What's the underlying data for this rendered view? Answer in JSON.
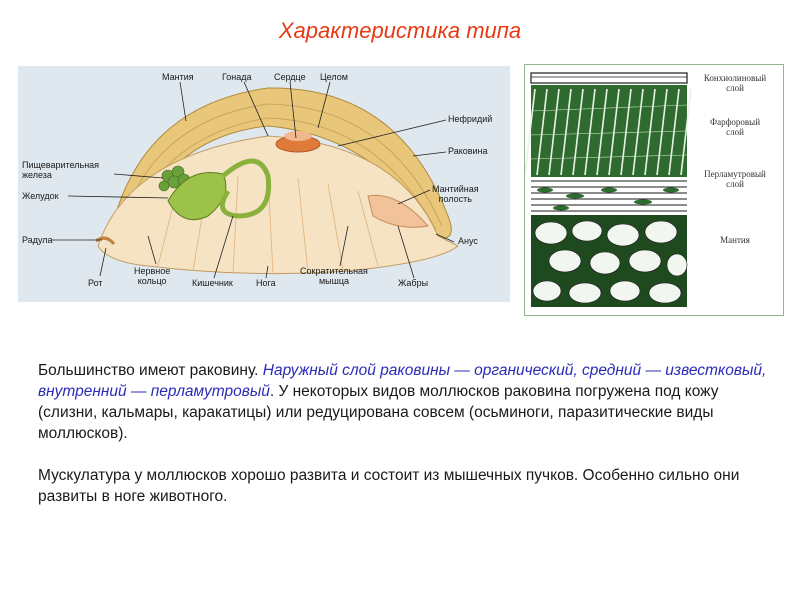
{
  "title": "Характеристика типа",
  "diagram": {
    "labels": {
      "mantle": "Мантия",
      "gonad": "Гонада",
      "heart": "Сердце",
      "coelom": "Целом",
      "nephridium": "Нефридий",
      "digestive_gland": "Пищеварительная\nжелеза",
      "shell": "Раковина",
      "stomach": "Желудок",
      "mantle_cavity": "Мантийная\nполость",
      "radula": "Радула",
      "anus": "Анус",
      "mouth": "Рот",
      "nerve_ring": "Нервное\nкольцо",
      "intestine": "Кишечник",
      "foot": "Нога",
      "contractile_muscle": "Сократительная\nмышца",
      "gills": "Жабры"
    }
  },
  "shell_layers": {
    "conchiolin": "Конхиолиновый\nслой",
    "porcelain": "Фарфоровый\nслой",
    "nacre": "Перламутровый\nслой",
    "mantle": "Мантия"
  },
  "paragraphs": {
    "p1_start": "Большинство имеют раковину. ",
    "p1_italic": "Наружный слой раковины — органический, средний — известковый, внутренний — перламутровый",
    "p1_end": ". У некоторых видов моллюсков раковина погружена под кожу (слизни, кальмары, каракатицы) или редуцирована совсем (осьминоги, паразитические виды моллюсков).",
    "p2": "Мускулатура у моллюсков хорошо развита и состоит из мышечных пучков. Особенно сильно они развиты в ноге животного."
  }
}
